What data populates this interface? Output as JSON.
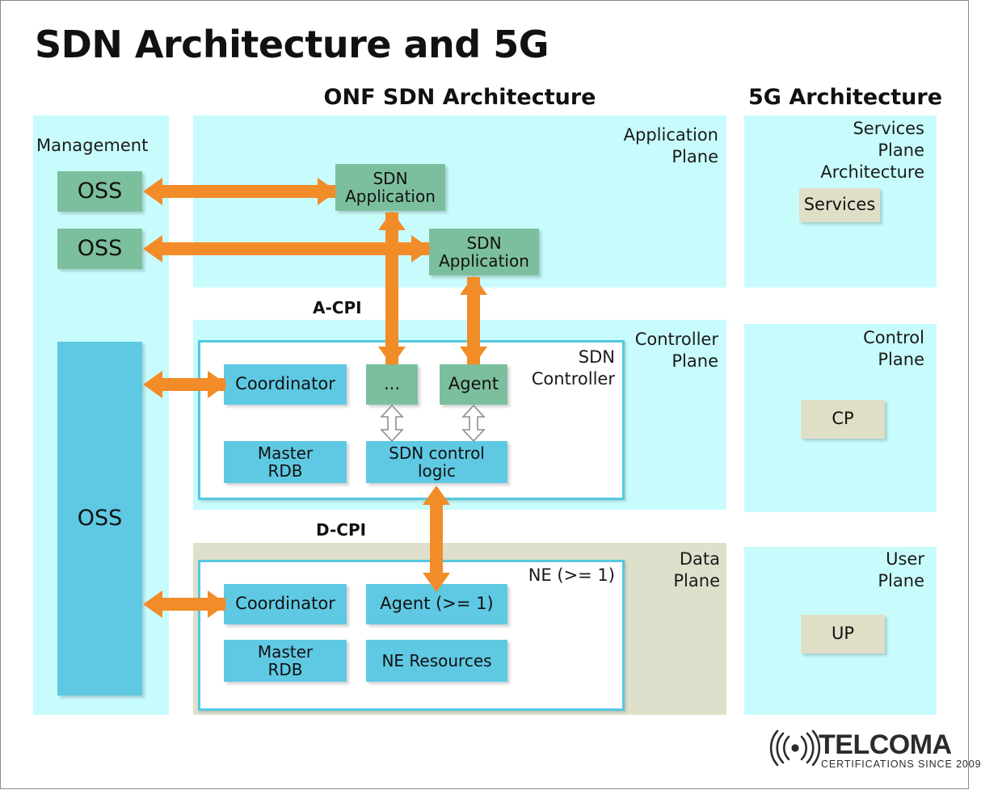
{
  "page": {
    "title": "SDN Architecture and 5G"
  },
  "columns": {
    "onf": {
      "title": "ONF SDN Architecture"
    },
    "fiveg": {
      "title": "5G Architecture"
    }
  },
  "management": {
    "label": "Management",
    "oss_top": "OSS",
    "oss_bottom": "OSS",
    "oss_tall": "OSS"
  },
  "application_plane": {
    "plane_label": "Application\nPlane",
    "apps": [
      {
        "label": "SDN\nApplication"
      },
      {
        "label": "SDN\nApplication"
      }
    ]
  },
  "interfaces": {
    "a_cpi": "A-CPI",
    "d_cpi": "D-CPI"
  },
  "controller_plane": {
    "plane_label": "Controller\nPlane",
    "container_label": "SDN\nController",
    "boxes": {
      "coordinator": "Coordinator",
      "ellipsis": "...",
      "agent": "Agent",
      "master_rdb": "Master\nRDB",
      "control_logic": "SDN control\nlogic"
    }
  },
  "data_plane": {
    "plane_label": "Data\nPlane",
    "container_label": "NE (>= 1)",
    "boxes": {
      "coordinator": "Coordinator",
      "agent": "Agent (>= 1)",
      "master_rdb": "Master\nRDB",
      "ne_resources": "NE Resources"
    }
  },
  "fiveg_planes": [
    {
      "plane_label": "Services\nPlane\nArchitecture",
      "box_label": "Services"
    },
    {
      "plane_label": "Control\nPlane",
      "box_label": "CP"
    },
    {
      "plane_label": "User\nPlane",
      "box_label": "UP"
    }
  ],
  "logo": {
    "name": "TELCOMA",
    "tagline": "CERTIFICATIONS SINCE 2009",
    "icon": "signal-waves-icon"
  },
  "colors": {
    "plane_bg": "#c8fcfc",
    "data_plane_bg": "#dfe0cc",
    "green_box": "#7cbf9e",
    "blue_box": "#5fc9e3",
    "beige_box": "#dfdfc8",
    "arrow_orange": "#f28c28",
    "inner_border": "#54c8e0"
  }
}
